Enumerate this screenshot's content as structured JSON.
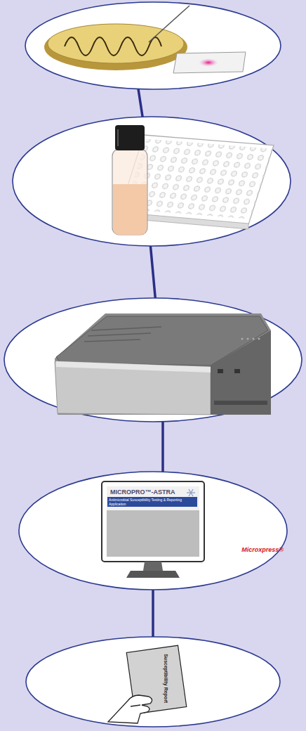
{
  "diagram": {
    "nodes": [
      {
        "text": [
          "MICROPRO™-ASTRA",
          "Antimicrobial Susceptibility Testing & Reporting Application",
          "Microxpress®"
        ]
      },
      {
        "text": [
          "Susceptibility Report"
        ]
      }
    ],
    "edges": [
      {
        "from": 0,
        "to": 1,
        "arrow": "none"
      }
    ]
  }
}
